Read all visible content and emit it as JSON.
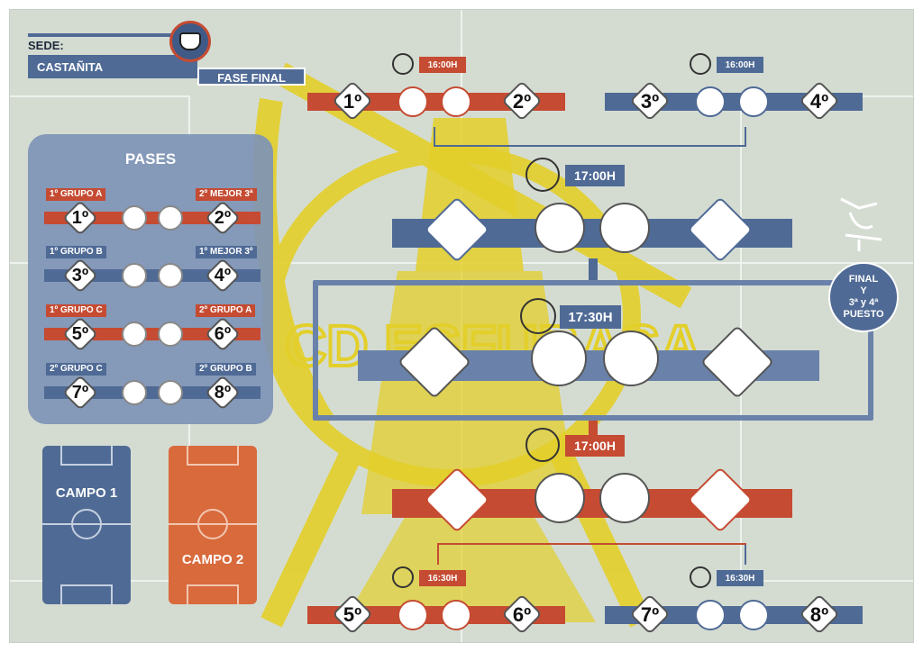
{
  "header": {
    "sede_label": "SEDE:",
    "sede_value": "CASTAÑITA",
    "phase": "FASE FINAL"
  },
  "watermark": {
    "text": "CD ESFUBASA"
  },
  "passes": {
    "title": "PASES",
    "rows": [
      {
        "left_tag": "1º GRUPO A",
        "right_tag": "2º MEJOR 3ª",
        "left_seed": "1º",
        "right_seed": "2º",
        "color": "red"
      },
      {
        "left_tag": "1º GRUPO B",
        "right_tag": "1º MEJOR 3º",
        "left_seed": "3º",
        "right_seed": "4º",
        "color": "blue"
      },
      {
        "left_tag": "1º GRUPO C",
        "right_tag": "2º GRUPO A",
        "left_seed": "5º",
        "right_seed": "6º",
        "color": "red"
      },
      {
        "left_tag": "2º GRUPO C",
        "right_tag": "2º GRUPO B",
        "left_seed": "7º",
        "right_seed": "8º",
        "color": "blue"
      }
    ]
  },
  "fields": {
    "campo1": "CAMPO 1",
    "campo2": "CAMPO 2"
  },
  "top_matches": [
    {
      "time": "16:00H",
      "left_seed": "1º",
      "right_seed": "2º",
      "color": "red"
    },
    {
      "time": "16:00H",
      "left_seed": "3º",
      "right_seed": "4º",
      "color": "blue"
    }
  ],
  "semi_top": {
    "time": "17:00H",
    "color": "blue"
  },
  "final": {
    "time": "17:30H"
  },
  "semi_bottom": {
    "time": "17:00H",
    "color": "red"
  },
  "bottom_matches": [
    {
      "time": "16:30H",
      "left_seed": "5º",
      "right_seed": "6º",
      "color": "red"
    },
    {
      "time": "16:30H",
      "left_seed": "7º",
      "right_seed": "8º",
      "color": "blue"
    }
  ],
  "final_badge": {
    "line1": "FINAL",
    "line2": "Y",
    "line3": "3ª y 4ª",
    "line4": "PUESTO"
  },
  "colors": {
    "red": "#c54b32",
    "blue": "#4f6a95",
    "field_bg": "#d4dcd2",
    "watermark": "#e3cf2a",
    "panel": "#7e93b6"
  }
}
